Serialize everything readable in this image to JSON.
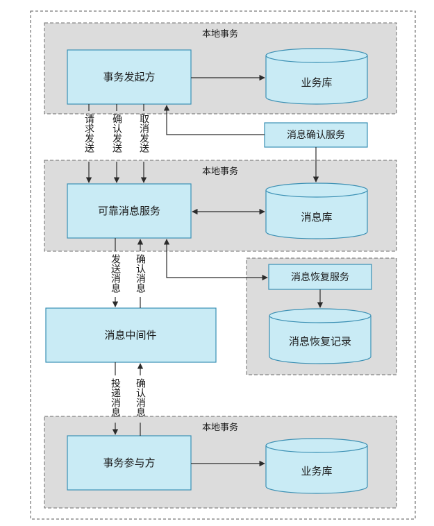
{
  "colors": {
    "region_fill": "#dcdcdc",
    "region_border": "#6b6b6b",
    "box_fill": "#c9ebf5",
    "box_border": "#3a8fb3",
    "arrow": "#2b2b2b",
    "outer_border": "#555555"
  },
  "regions": {
    "top_label": "本地事务",
    "middle_label": "本地事务",
    "bottom_label": "本地事务"
  },
  "boxes": {
    "initiator": "事务发起方",
    "reliable_service": "可靠消息服务",
    "middleware": "消息中间件",
    "participant": "事务参与方",
    "confirm_service": "消息确认服务",
    "recovery_service": "消息恢复服务"
  },
  "databases": {
    "business_db_top": "业务库",
    "message_db": "消息库",
    "recovery_record": "消息恢复记录",
    "business_db_bottom": "业务库"
  },
  "arrow_labels": {
    "request_send": "请求发送",
    "confirm_send": "确认发送",
    "cancel_send": "取消发送",
    "send_message": "发送消息",
    "confirm_message_1": "确认消息",
    "deliver_message": "投递消息",
    "confirm_message_2": "确认消息"
  }
}
